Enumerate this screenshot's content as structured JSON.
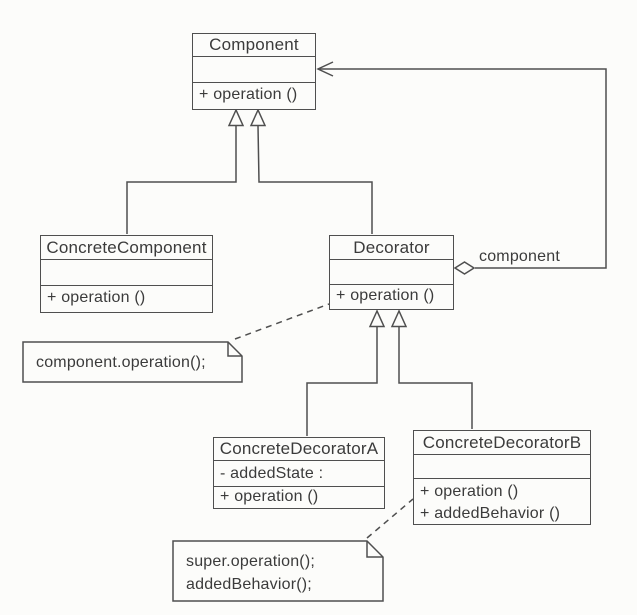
{
  "canvas": {
    "background": "#fcfcfa",
    "line_color": "#4f4f4f",
    "text_color": "#3b3b3b"
  },
  "classes": {
    "component": {
      "name": "Component",
      "operations": [
        "+ operation ()"
      ]
    },
    "concrete_component": {
      "name": "ConcreteComponent",
      "operations": [
        "+ operation ()"
      ]
    },
    "decorator": {
      "name": "Decorator",
      "operations": [
        "+ operation ()"
      ]
    },
    "concrete_decorator_a": {
      "name": "ConcreteDecoratorA",
      "attributes": [
        "- addedState :"
      ],
      "operations": [
        "+ operation ()"
      ]
    },
    "concrete_decorator_b": {
      "name": "ConcreteDecoratorB",
      "operations": [
        "+ operation ()",
        "+ addedBehavior ()"
      ]
    }
  },
  "relationships": {
    "aggregation_label": "component"
  },
  "notes": {
    "decorator_operation_note": {
      "lines": [
        "component.operation();"
      ]
    },
    "concrete_decorator_b_note": {
      "lines": [
        "super.operation();",
        "addedBehavior();"
      ]
    }
  }
}
